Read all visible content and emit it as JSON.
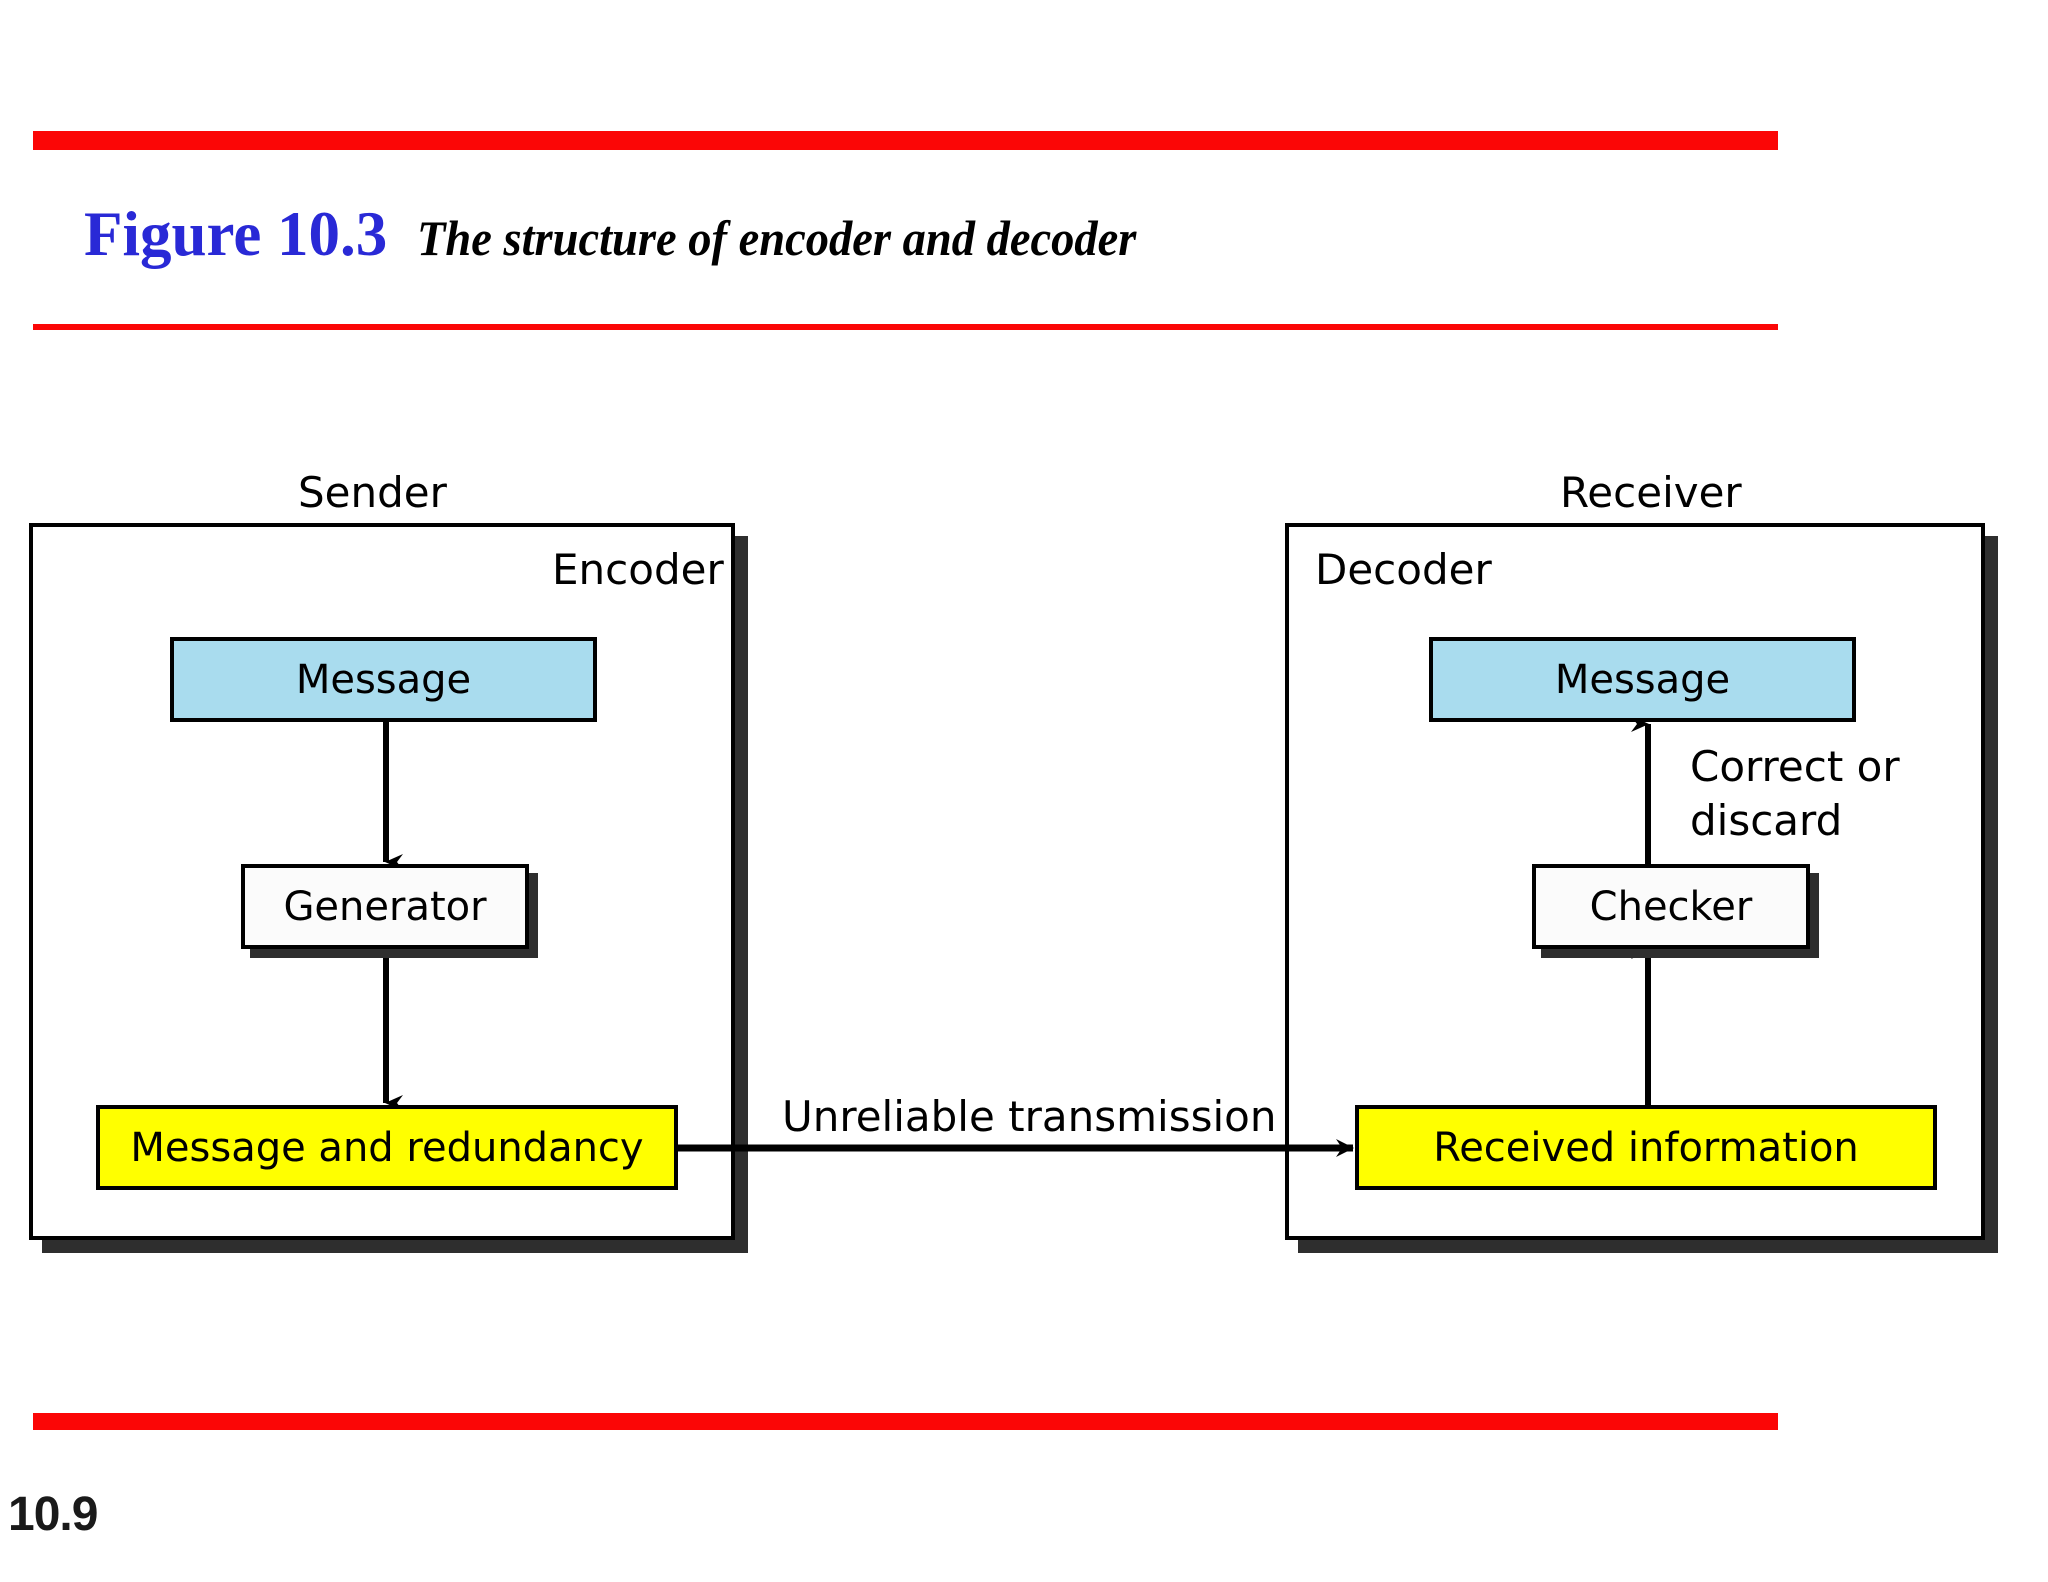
{
  "header": {
    "figure_label": "Figure 10.3",
    "figure_caption": "The structure of encoder and decoder",
    "label_color": "#2929d6",
    "rule_color": "#fb0606"
  },
  "footer": {
    "page_number": "10.9"
  },
  "diagram": {
    "sender": {
      "title": "Sender",
      "inner_title": "Encoder",
      "message_label": "Message",
      "generator_label": "Generator",
      "payload_label": "Message and redundancy"
    },
    "receiver": {
      "title": "Receiver",
      "inner_title": "Decoder",
      "message_label": "Message",
      "checker_label": "Checker",
      "payload_label": "Received information",
      "checker_to_message_label": "Correct or\ndiscard"
    },
    "link": {
      "label": "Unreliable transmission"
    },
    "colors": {
      "message_fill": "#a9dcee",
      "payload_fill": "#ffff00",
      "plain_fill": "#fbfbfb",
      "stroke": "#000000",
      "shadow": "#2e2e2e"
    }
  }
}
